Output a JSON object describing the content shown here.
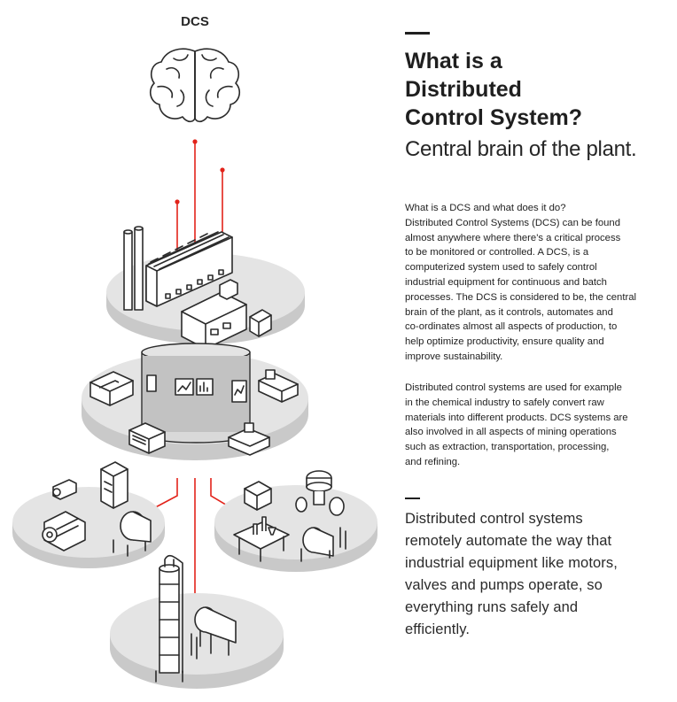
{
  "diagram": {
    "top_label": "DCS",
    "accent_color": "#e2231a"
  },
  "article": {
    "title_lines": [
      "What is a",
      "Distributed",
      "Control System?"
    ],
    "subtitle": "Central brain of the plant.",
    "paragraph1_lines": [
      "What is a DCS and what does it do?",
      "Distributed Control Systems (DCS) can be found",
      "almost anywhere where there's a critical process",
      "to be monitored or controlled. A DCS, is a",
      "computerized system used to safely control",
      "industrial equipment for continuous and batch",
      "processes. The DCS is considered to be,  the central",
      "brain of the plant, as it controls, automates and",
      "co-ordinates almost all aspects of production, to",
      "help optimize productivity, ensure quality and",
      "improve sustainability."
    ],
    "paragraph2_lines": [
      "Distributed control systems are used for example",
      "in the chemical industry to safely convert raw",
      "materials into different products. DCS systems are",
      "also involved in all aspects of mining operations",
      "such as extraction, transportation, processing,",
      "and refining."
    ],
    "quote_lines": [
      "Distributed control systems",
      "remotely automate the way that",
      "industrial equipment like motors,",
      "valves and pumps operate, so",
      "everything runs safely and",
      "efficiently."
    ]
  }
}
